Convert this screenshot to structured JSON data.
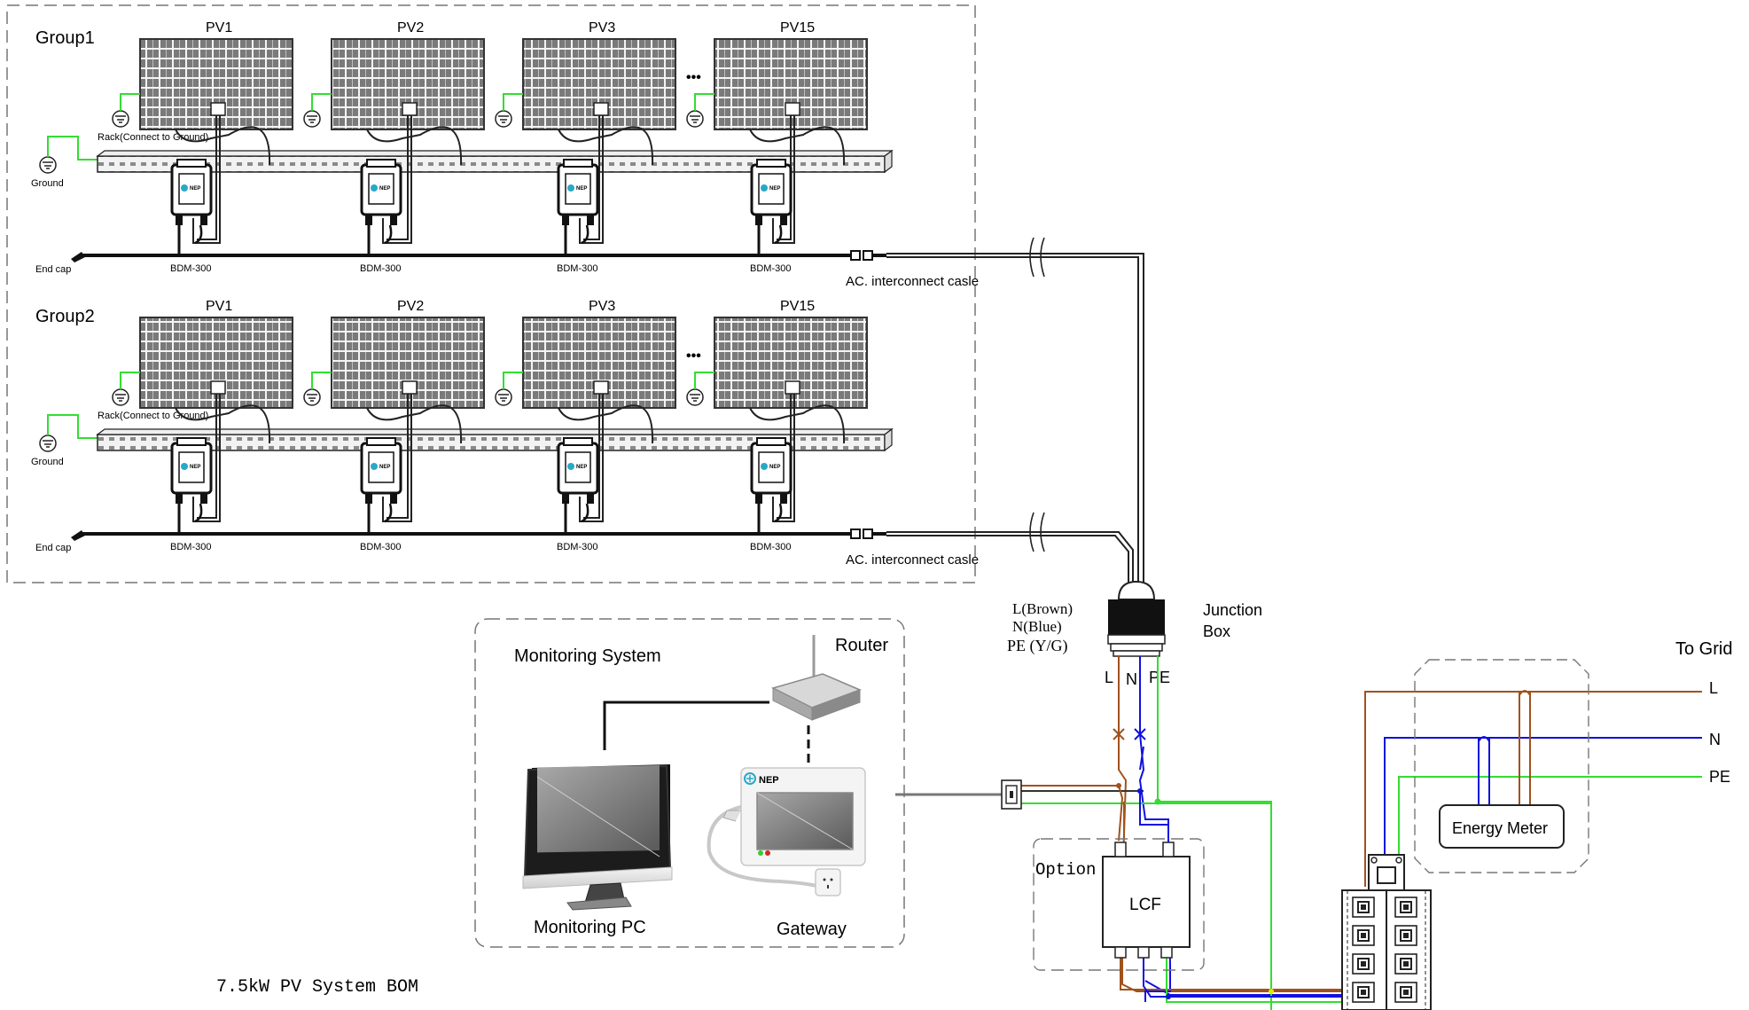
{
  "groups": [
    {
      "title": "Group1",
      "panels": [
        "PV1",
        "PV2",
        "PV3",
        "PV15"
      ],
      "ellipsis": "•••",
      "rack_label": "Rack(Connect to Ground)",
      "ground_label": "Ground",
      "end_cap_label": "End cap",
      "inverter_model": "BDM-300",
      "cable_label": "AC. interconnect casle"
    },
    {
      "title": "Group2",
      "panels": [
        "PV1",
        "PV2",
        "PV3",
        "PV15"
      ],
      "ellipsis": "•••",
      "rack_label": "Rack(Connect to Ground)",
      "ground_label": "Ground",
      "end_cap_label": "End cap",
      "inverter_model": "BDM-300",
      "cable_label": "AC. interconnect casle"
    }
  ],
  "inverter_brand": "NEP",
  "junction_box": {
    "title_line1": "Junction",
    "title_line2": "Box",
    "legend_l": "L(Brown)",
    "legend_n": "N(Blue)",
    "legend_pe": "PE (Y/G)",
    "term_l": "L",
    "term_n": "N",
    "term_pe": "PE"
  },
  "monitoring": {
    "title": "Monitoring System",
    "router_label": "Router",
    "pc_label": "Monitoring PC",
    "gateway_label": "Gateway",
    "gateway_brand": "NEP"
  },
  "option": {
    "label": "Option",
    "lcf_label": "LCF"
  },
  "grid": {
    "title": "To Grid",
    "line_l": "L",
    "line_n": "N",
    "line_pe": "PE",
    "meter_label": "Energy Meter"
  },
  "caption": "7.5kW PV System BOM",
  "colors": {
    "brown": "#a0521e",
    "blue": "#1010e0",
    "green": "#33dd33",
    "yellow": "#e8e800",
    "dashed_border": "#777777"
  }
}
